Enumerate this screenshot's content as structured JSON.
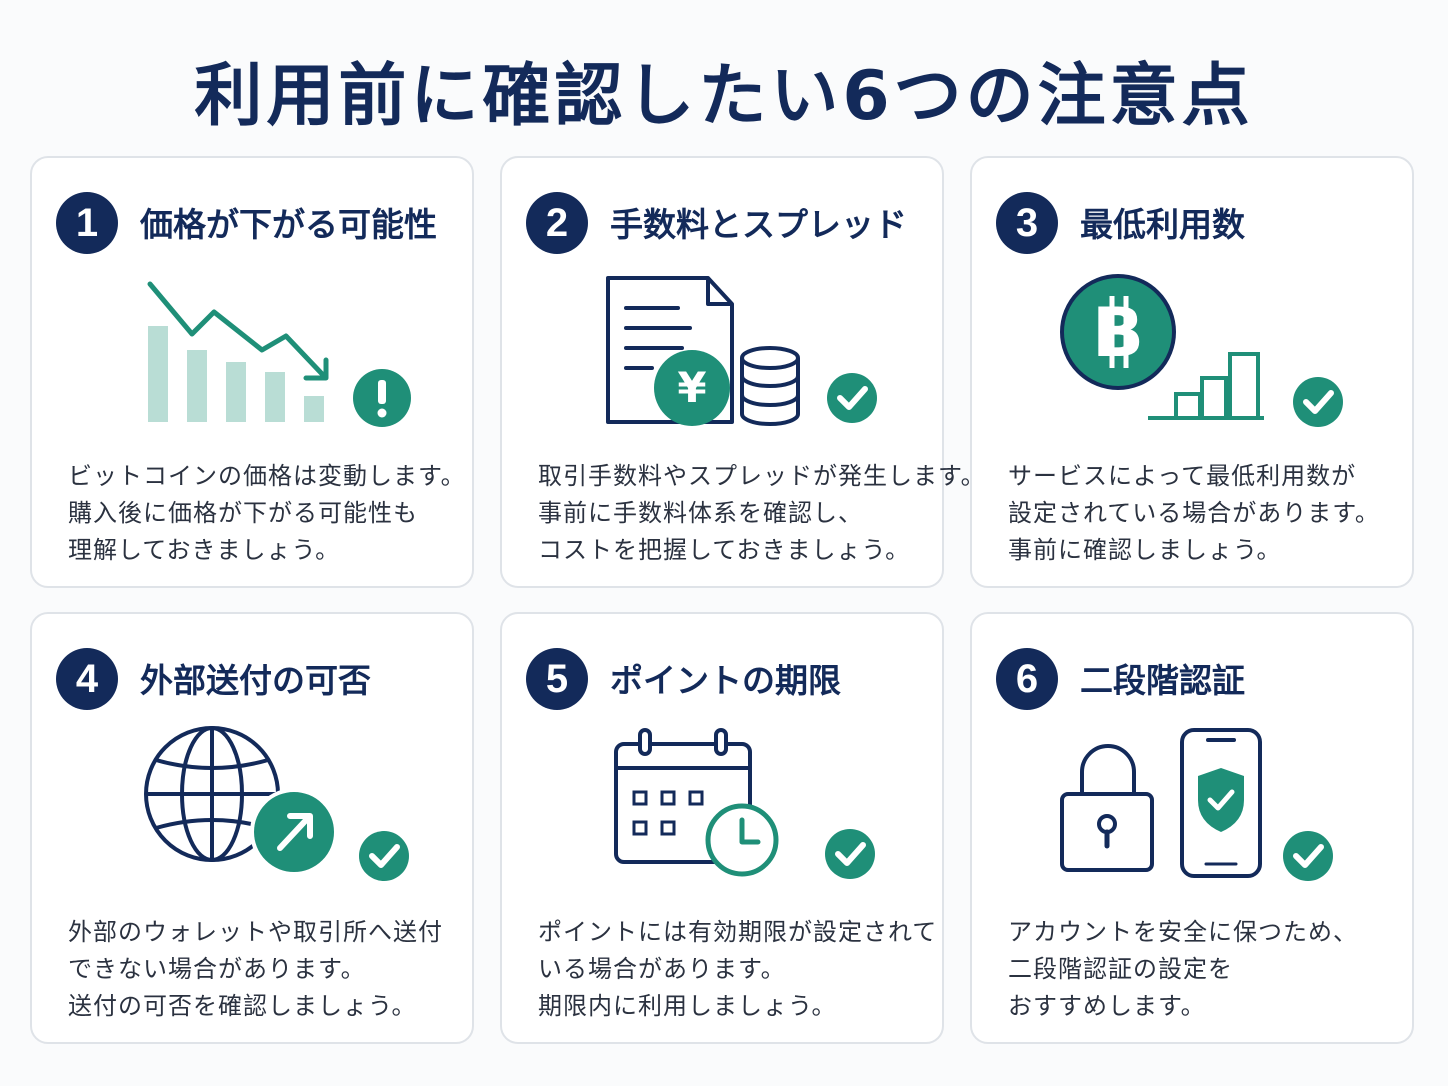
{
  "title": "利用前に確認したい6つの注意点",
  "colors": {
    "navy": "#132a5a",
    "teal": "#1f8f78",
    "pale_teal": "#b9ddd5"
  },
  "cards": [
    {
      "number": "1",
      "title": "価格が下がる可能性",
      "icon": "falling-price-chart-icon",
      "lines": [
        "ビットコインの価格は変動します。",
        "購入後に価格が下がる可能性も",
        "理解しておきましょう。"
      ]
    },
    {
      "number": "2",
      "title": "手数料とスプレッド",
      "icon": "fee-document-yen-icon",
      "lines": [
        "取引手数料やスプレッドが発生します。",
        "事前に手数料体系を確認し、",
        "コストを把握しておきましょう。"
      ]
    },
    {
      "number": "3",
      "title": "最低利用数",
      "icon": "bitcoin-minimum-icon",
      "lines": [
        "サービスによって最低利用数が",
        "設定されている場合があります。",
        "事前に確認しましょう。"
      ]
    },
    {
      "number": "4",
      "title": "外部送付の可否",
      "icon": "globe-transfer-icon",
      "lines": [
        "外部のウォレットや取引所へ送付",
        "できない場合があります。",
        "送付の可否を確認しましょう。"
      ]
    },
    {
      "number": "5",
      "title": "ポイントの期限",
      "icon": "calendar-clock-icon",
      "lines": [
        "ポイントには有効期限が設定されて",
        "いる場合があります。",
        "期限内に利用しましょう。"
      ]
    },
    {
      "number": "6",
      "title": "二段階認証",
      "icon": "lock-phone-shield-icon",
      "lines": [
        "アカウントを安全に保つため、",
        "二段階認証の設定を",
        "おすすめします。"
      ]
    }
  ]
}
